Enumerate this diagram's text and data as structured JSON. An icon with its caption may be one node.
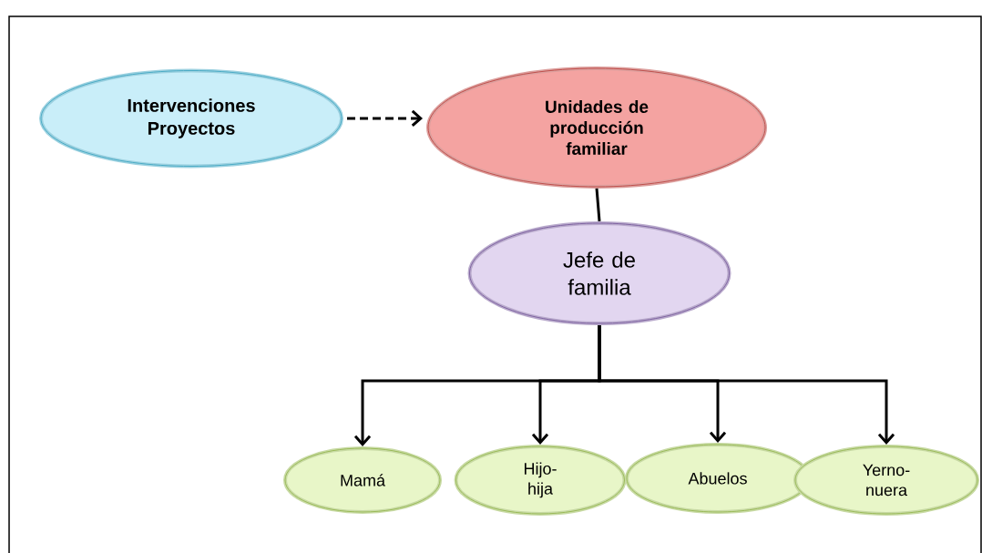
{
  "diagram": {
    "nodes": [
      {
        "text": [
          "Intervenciones Proyectos"
        ]
      },
      {
        "text": [
          "Unidades de producción familiar"
        ]
      },
      {
        "text": [
          "Jefe de familia"
        ]
      },
      {
        "text": [
          "Mamá"
        ]
      },
      {
        "text": [
          "Hijo-hija"
        ]
      },
      {
        "text": [
          "Abuelos"
        ]
      },
      {
        "text": [
          "Yerno-nuera"
        ]
      }
    ],
    "edges": [
      {
        "from": 0,
        "to": 1,
        "arrow": "to",
        "style": "dashed"
      },
      {
        "from": 1,
        "to": 2,
        "arrow": "none"
      },
      {
        "from": 2,
        "to": 3,
        "arrow": "to"
      },
      {
        "from": 2,
        "to": 4,
        "arrow": "to"
      },
      {
        "from": 2,
        "to": 5,
        "arrow": "to"
      },
      {
        "from": 2,
        "to": 6,
        "arrow": "to"
      }
    ]
  }
}
